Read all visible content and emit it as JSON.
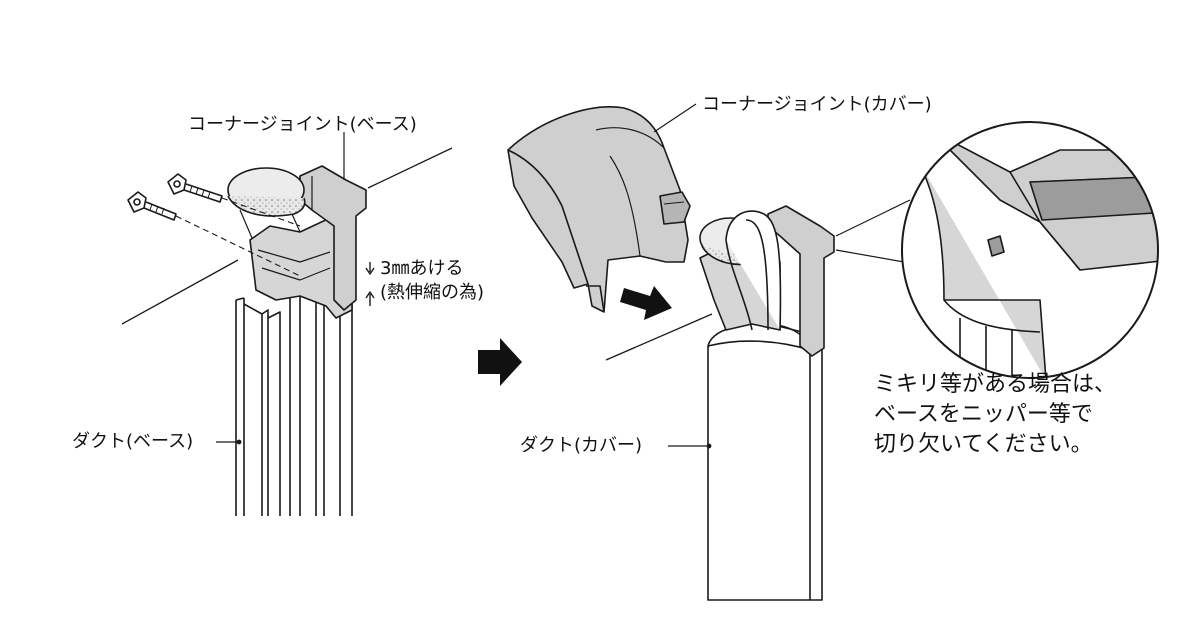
{
  "labels": {
    "corner_joint_base": "コーナージョイント(ベース)",
    "corner_joint_cover": "コーナージョイント(カバー)",
    "gap_line1": "3㎜あける",
    "gap_line2": "(熱伸縮の為)",
    "duct_base": "ダクト(ベース)",
    "duct_cover": "ダクト(カバー)"
  },
  "note": {
    "lines": [
      "ミキリ等がある場合は、",
      "ベースをニッパー等で",
      "切り欠いてください。"
    ]
  },
  "colors": {
    "part_fill": "#d2d2d2",
    "part_fill_dark": "#a8a8a8",
    "line": "#1a1a1a",
    "pad": "#e6e6e6"
  }
}
